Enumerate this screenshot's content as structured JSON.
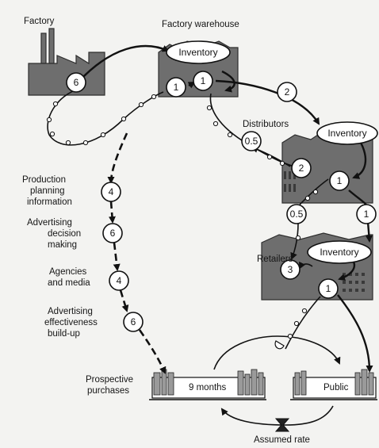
{
  "labels": {
    "factory": "Factory",
    "factory_warehouse": "Factory warehouse",
    "distributors": "Distributors",
    "retailers": "Retailers",
    "production_planning": [
      "Production",
      "planning",
      "information"
    ],
    "advertising_decision": [
      "Advertising",
      "decision",
      "making"
    ],
    "agencies_media": [
      "Agencies",
      "and media"
    ],
    "advertising_effectiveness": [
      "Advertising",
      "effectiveness",
      "build-up"
    ],
    "prospective_purchases": [
      "Prospective",
      "purchases"
    ],
    "nine_months": "9 months",
    "public": "Public",
    "assumed_rate": "Assumed rate"
  },
  "inventory": {
    "warehouse": "Inventory",
    "distributors": "Inventory",
    "retailers": "Inventory"
  },
  "delays": {
    "factory": "6",
    "warehouse_in": "1",
    "warehouse_out": "1",
    "to_distributors": "2",
    "distributor_info": "0.5",
    "distributor_order": "2",
    "distributor_out": "1",
    "to_retailers": "1",
    "retailer_info": "0.5",
    "retailer_order": "3",
    "retailer_sale": "1",
    "production_planning": "4",
    "advertising_decision": "6",
    "agencies_media": "4",
    "advertising_buildup": "6"
  }
}
